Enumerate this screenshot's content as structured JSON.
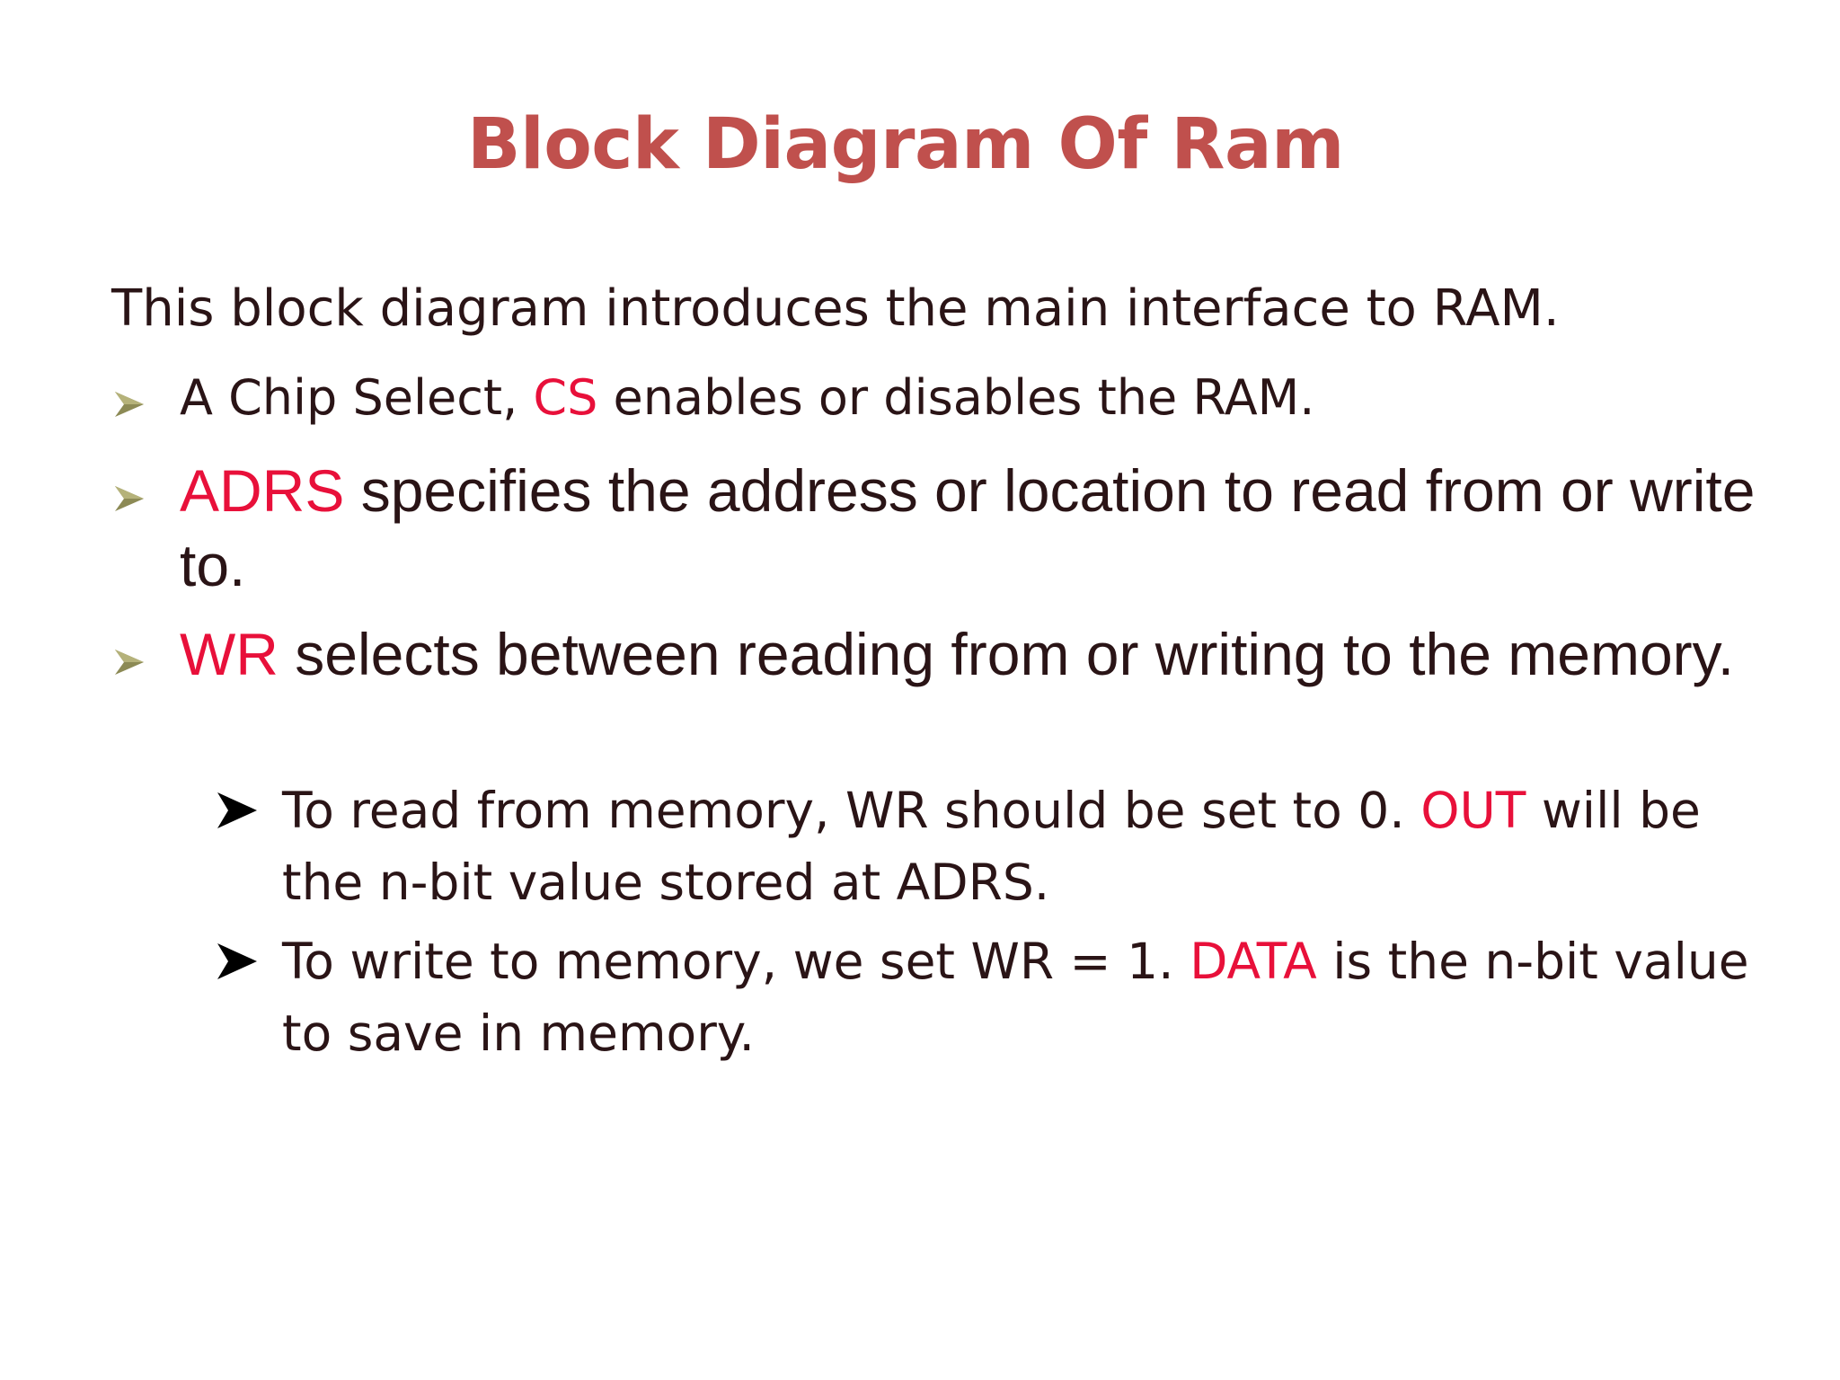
{
  "slide": {
    "title": "Block Diagram Of Ram",
    "intro": "This block diagram introduces the main  interface to RAM.",
    "bullets": [
      {
        "marker_icon": "arrowhead-bullet-icon",
        "highlight": "CS",
        "before": "A Chip Select, ",
        "after": " enables or disables the  RAM."
      },
      {
        "marker_icon": "arrowhead-bullet-icon",
        "highlight": "ADRS",
        "before": "",
        "after": " specifies the address or location to read  from or write to."
      },
      {
        "marker_icon": "arrowhead-bullet-icon",
        "highlight": "WR",
        "before": "",
        "after": " selects between reading from or writing to  the memory."
      }
    ],
    "sub_bullets": [
      {
        "marker_icon": "filled-arrow-bullet-icon",
        "before": "To read from memory, WR should be set to 0.  ",
        "highlight": "OUT",
        "after": " will be the n-bit value stored at ADRS."
      },
      {
        "marker_icon": "filled-arrow-bullet-icon",
        "before": "To write to memory, we set WR = 1. ",
        "highlight": "DATA",
        "after": " is the n-bit value to save in memory."
      }
    ]
  },
  "colors": {
    "title": "#c0504d",
    "highlight": "#e8103a",
    "body_text": "#2a1416",
    "bullet_marker": "#8c8a55"
  }
}
